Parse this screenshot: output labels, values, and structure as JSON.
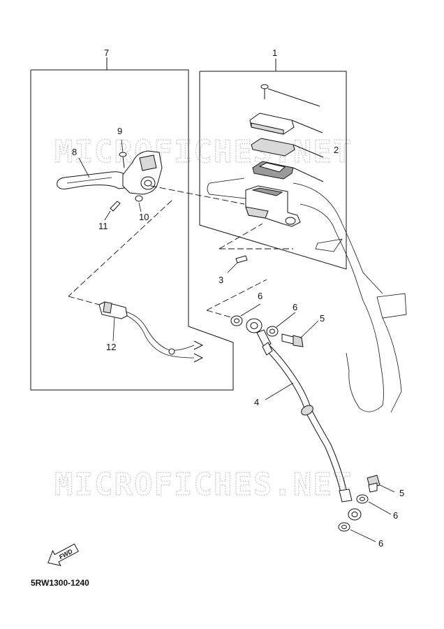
{
  "watermark": "MICROFICHES.NET",
  "diagram_code": "5RW1300-1240",
  "fwd_label": "FWD",
  "callouts": {
    "c1": "1",
    "c2": "2",
    "c3": "3",
    "c4": "4",
    "c5a": "5",
    "c5b": "5",
    "c6a": "6",
    "c6b": "6",
    "c6c": "6",
    "c6d": "6",
    "c7": "7",
    "c8": "8",
    "c9": "9",
    "c10": "10",
    "c11": "11",
    "c12": "12"
  }
}
